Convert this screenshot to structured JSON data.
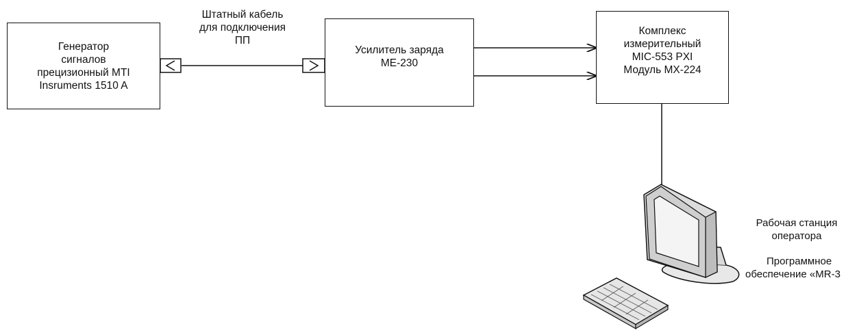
{
  "blocks": {
    "generator": [
      "Генератор",
      "сигналов",
      "прецизионный MTI",
      "Insruments 1510 A"
    ],
    "amplifier": [
      "Усилитель заряда",
      "ME-230"
    ],
    "complex": [
      "Комплекс",
      "измерительный",
      "MIC-553 PXI",
      "Модуль MX-224"
    ]
  },
  "cable_label": [
    "Штатный кабель",
    "для подключения",
    "ПП"
  ],
  "workstation": {
    "title": [
      "Рабочая станция",
      "оператора"
    ],
    "software": [
      "Программное",
      "обеспечение «MR-3"
    ]
  }
}
